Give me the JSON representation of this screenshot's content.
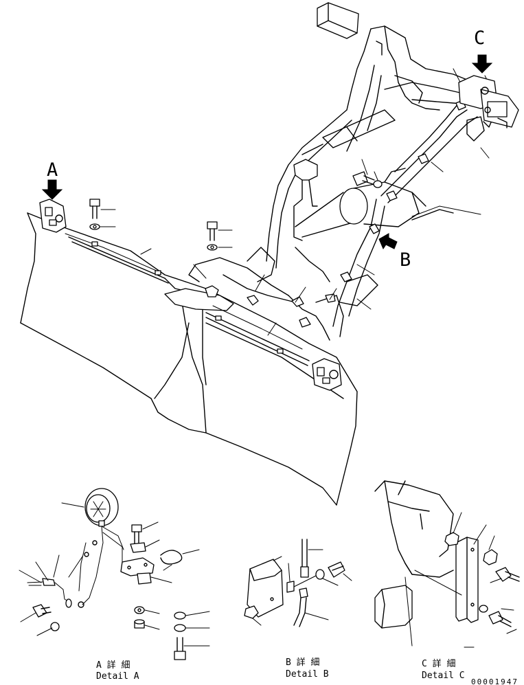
{
  "callouts": {
    "A": "A",
    "B": "B",
    "C": "C"
  },
  "details": {
    "a": {
      "jp": "A 詳 細",
      "en": "Detail A"
    },
    "b": {
      "jp": "B 詳 細",
      "en": "Detail B"
    },
    "c": {
      "jp": "C 詳 細",
      "en": "Detail C"
    }
  },
  "drawing_number": "00001947"
}
